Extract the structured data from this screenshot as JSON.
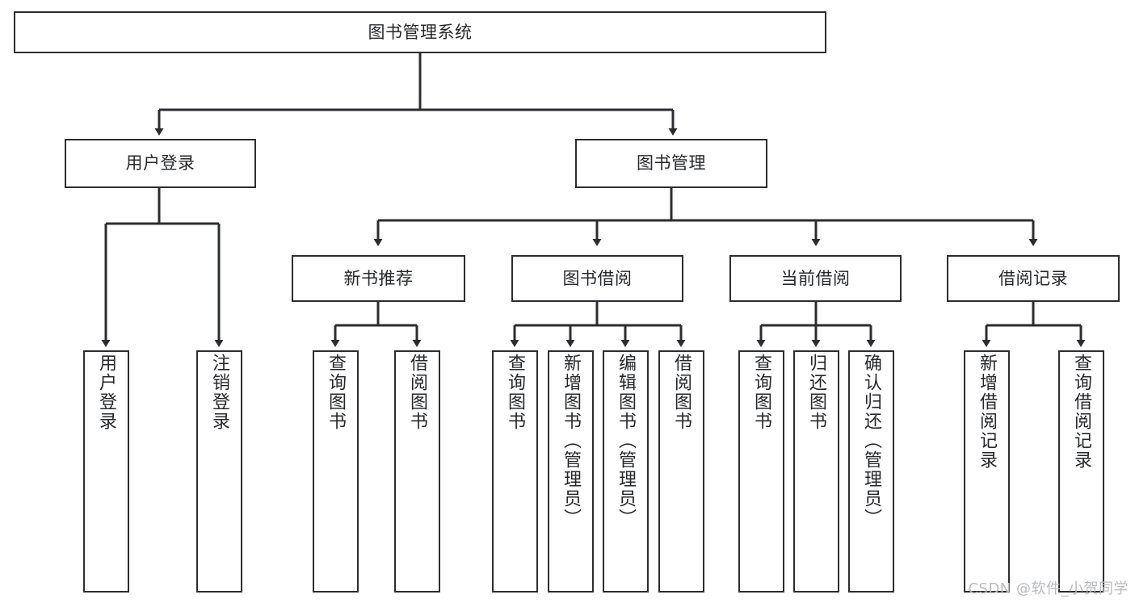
{
  "diagram": {
    "title": "图书管理系统",
    "stroke_color": "#2b2d30",
    "background_color": "#ffffff",
    "watermark": "CSDN @软件_小贺同学"
  },
  "root": {
    "label": "图书管理系统"
  },
  "level2": [
    {
      "label": "用户登录"
    },
    {
      "label": "图书管理"
    }
  ],
  "level3": [
    {
      "label": "新书推荐"
    },
    {
      "label": "图书借阅"
    },
    {
      "label": "当前借阅"
    },
    {
      "label": "借阅记录"
    }
  ],
  "leaves": {
    "user_login": [
      {
        "label": "用户登录"
      },
      {
        "label": "注销登录"
      }
    ],
    "new_book_recommend": [
      {
        "label": "查询图书"
      },
      {
        "label": "借阅图书"
      }
    ],
    "book_borrow": [
      {
        "label": "查询图书"
      },
      {
        "label": "新增图书（管理员）"
      },
      {
        "label": "编辑图书（管理员）"
      },
      {
        "label": "借阅图书"
      }
    ],
    "current_borrow": [
      {
        "label": "查询图书"
      },
      {
        "label": "归还图书"
      },
      {
        "label": "确认归还（管理员）"
      }
    ],
    "borrow_record": [
      {
        "label": "新增借阅记录"
      },
      {
        "label": "查询借阅记录"
      }
    ]
  }
}
